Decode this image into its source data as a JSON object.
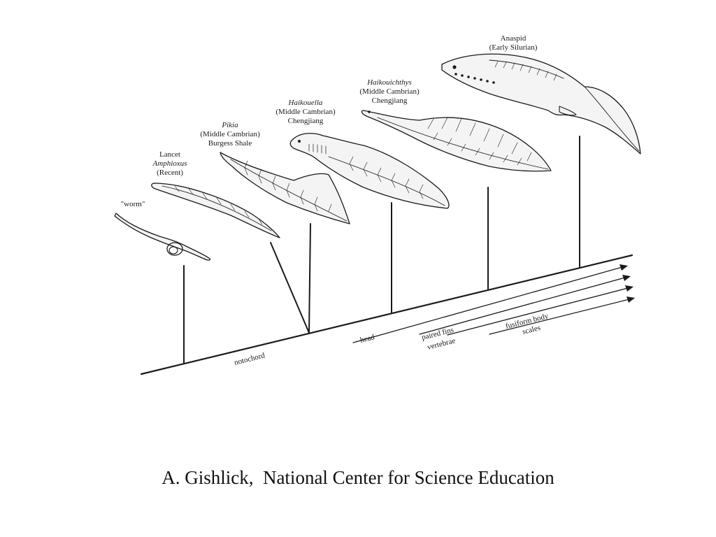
{
  "taxa": [
    {
      "id": "worm",
      "name": "\"worm\"",
      "lines": []
    },
    {
      "id": "lancet",
      "name": "Lancet",
      "lines": [
        "Amphioxus",
        "(Recent)"
      ]
    },
    {
      "id": "pikia",
      "name": "Pikia",
      "lines": [
        "(Middle Cambrian)",
        "Burgess Shale"
      ]
    },
    {
      "id": "haikouella",
      "name": "Haikouella",
      "lines": [
        "(Middle Cambrian)",
        "Chengjiang"
      ]
    },
    {
      "id": "haikouichthys",
      "name": "Haikouichthys",
      "lines": [
        "(Middle Cambrian)",
        "Chengjiang"
      ]
    },
    {
      "id": "anaspid",
      "name": "Anaspid",
      "lines": [
        "(Early Silurian)"
      ]
    }
  ],
  "characters": [
    {
      "id": "notochord",
      "lines": [
        "notochord"
      ]
    },
    {
      "id": "head",
      "lines": [
        "head"
      ]
    },
    {
      "id": "paired-fins",
      "lines": [
        "paired fins",
        "vertebrae"
      ]
    },
    {
      "id": "fusiform",
      "lines": [
        "fusiform body",
        "scales"
      ]
    }
  ],
  "credit": {
    "author": "A. Gishlick,",
    "org": "National Center for Science Education"
  },
  "colors": {
    "ink": "#1a1a1a",
    "background": "#ffffff"
  }
}
